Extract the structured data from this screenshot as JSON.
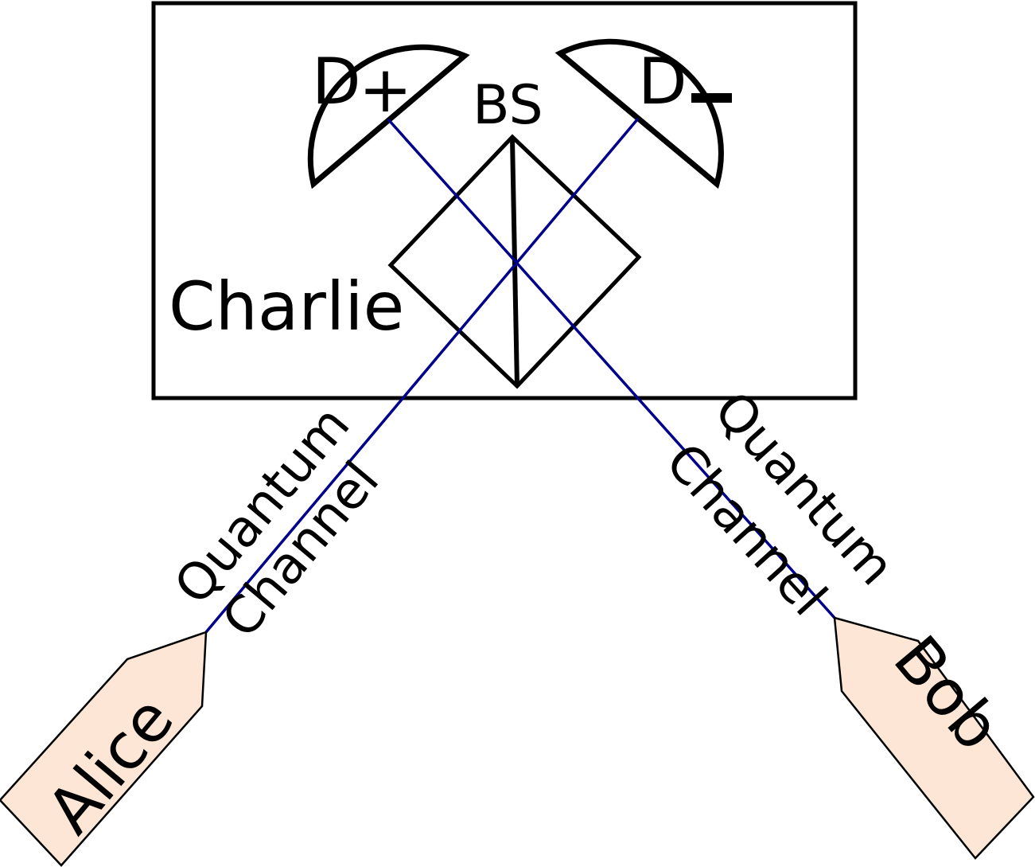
{
  "labels": {
    "charlie": "Charlie",
    "beam_splitter": "BS",
    "detector_plus_base": "D",
    "detector_plus_sign": "+",
    "detector_minus_base": "D",
    "detector_minus_sign": "−",
    "channel_word_1": "Quantum",
    "channel_word_2": "Channel",
    "alice": "Alice",
    "bob": "Bob"
  },
  "colors": {
    "stroke": "#000000",
    "beam": "#00008b",
    "party_fill": "#fde6d6"
  }
}
